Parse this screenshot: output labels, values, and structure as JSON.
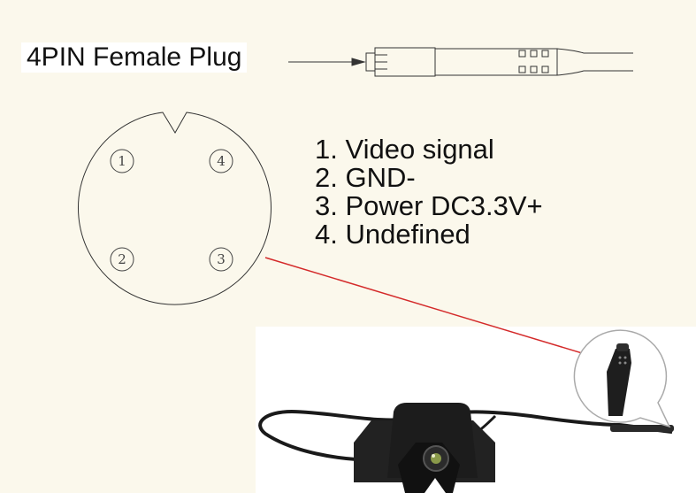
{
  "plug_label": "4PIN Female Plug",
  "pins": [
    {
      "number": "1",
      "label": "1. Video signal"
    },
    {
      "number": "2",
      "label": "2. GND-"
    },
    {
      "number": "3",
      "label": "3. Power DC3.3V+"
    },
    {
      "number": "4",
      "label": "4. Undefined"
    }
  ],
  "colors": {
    "background": "#fbf8ec",
    "callout_line": "#d42a2a",
    "line_art": "#333333",
    "camera_body": "#1c1c1c"
  },
  "icons": [
    "plug-drawing",
    "connector-face-icon",
    "camera-icon",
    "cable-icon",
    "callout-bubble-icon"
  ]
}
